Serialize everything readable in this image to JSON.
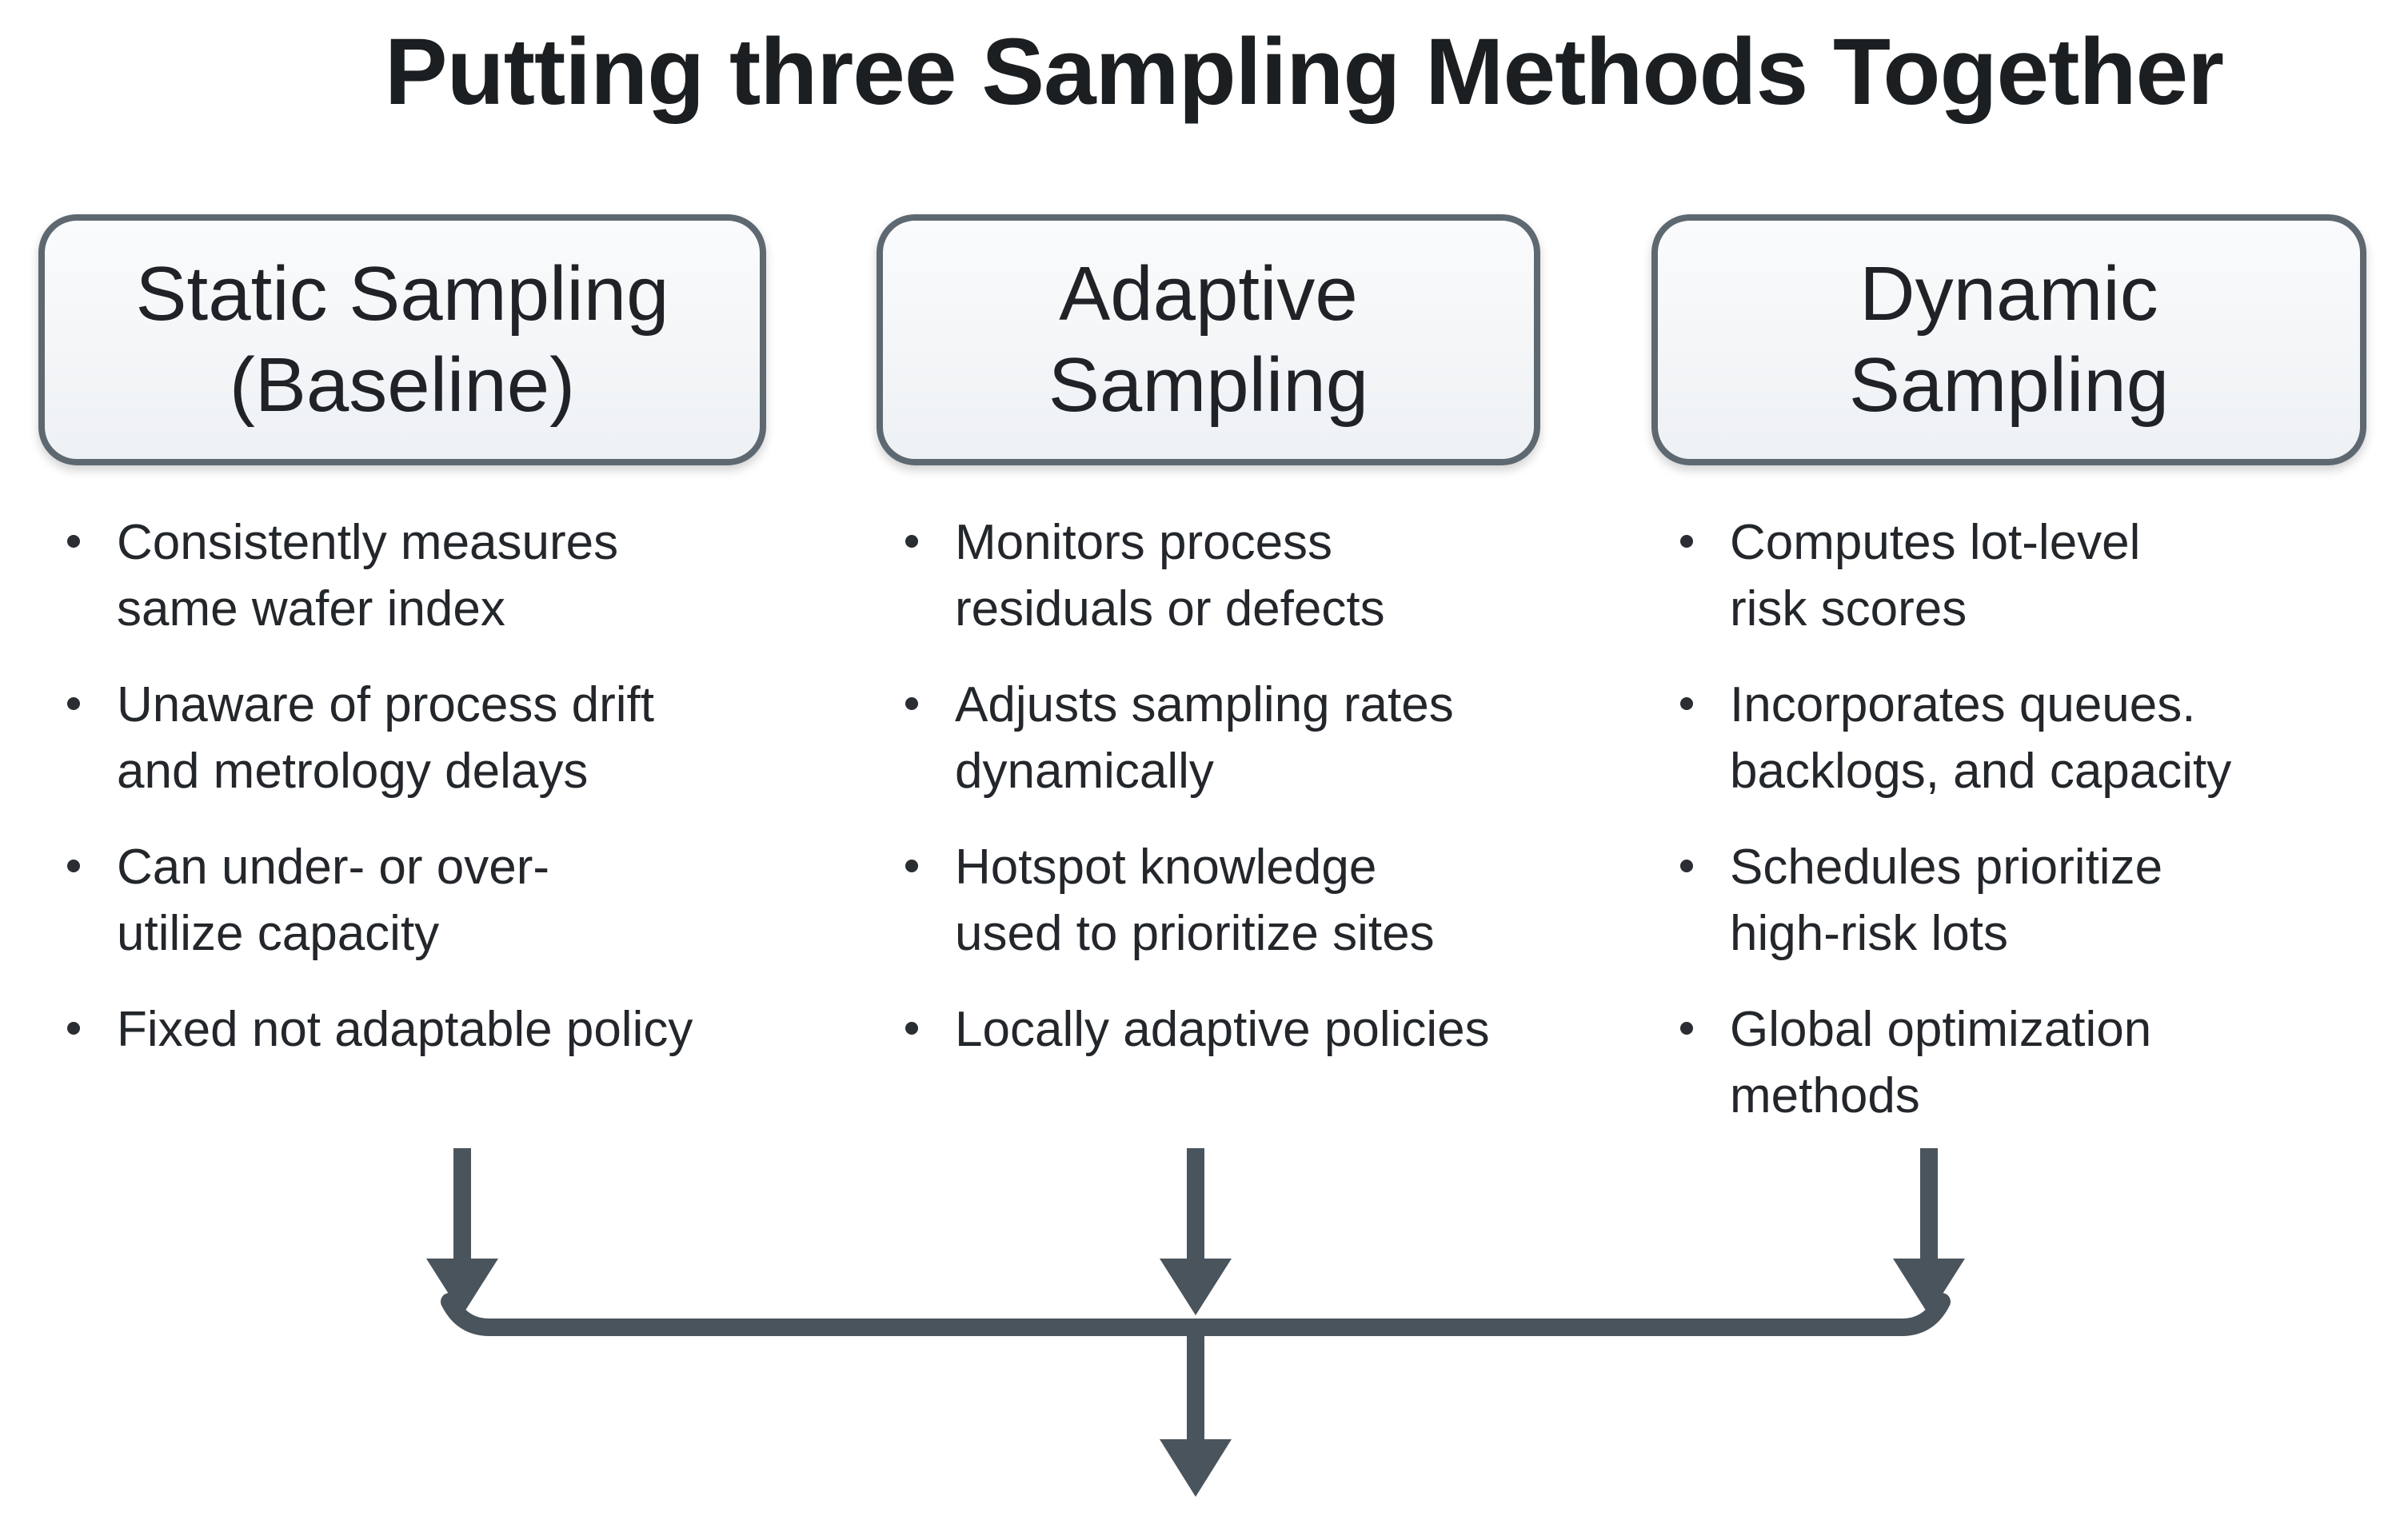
{
  "title": "Putting three Sampling Methods Together",
  "columns": [
    {
      "header_lines": [
        "Static Sampling",
        "(Baseline)"
      ],
      "bullets": [
        {
          "lines": [
            "Consistently measures",
            "same wafer index"
          ]
        },
        {
          "lines": [
            "Unaware of process drift",
            "and metrology delays"
          ]
        },
        {
          "lines": [
            "Can under- or over-",
            "utilize capacity"
          ]
        },
        {
          "lines": [
            "Fixed not adaptable policy"
          ]
        }
      ]
    },
    {
      "header_lines": [
        "Adaptive",
        "Sampling"
      ],
      "bullets": [
        {
          "lines": [
            "Monitors process",
            "residuals or defects"
          ]
        },
        {
          "lines": [
            "Adjusts sampling rates",
            "dynamically"
          ]
        },
        {
          "lines": [
            "Hotspot knowledge",
            "used to prioritize sites"
          ]
        },
        {
          "lines": [
            "Locally adaptive policies"
          ]
        }
      ]
    },
    {
      "header_lines": [
        "Dynamic",
        "Sampling"
      ],
      "bullets": [
        {
          "lines": [
            "Computes lot-level",
            "risk scores"
          ]
        },
        {
          "lines": [
            "Incorporates queues.",
            "backlogs, and capacity"
          ]
        },
        {
          "lines": [
            "Schedules prioritize",
            "high-risk lots"
          ]
        },
        {
          "lines": [
            "Global optimization",
            "methods"
          ]
        }
      ]
    }
  ],
  "colors": {
    "box_border": "#5e6871",
    "arrow": "#4a545c",
    "text": "#1e2124"
  }
}
